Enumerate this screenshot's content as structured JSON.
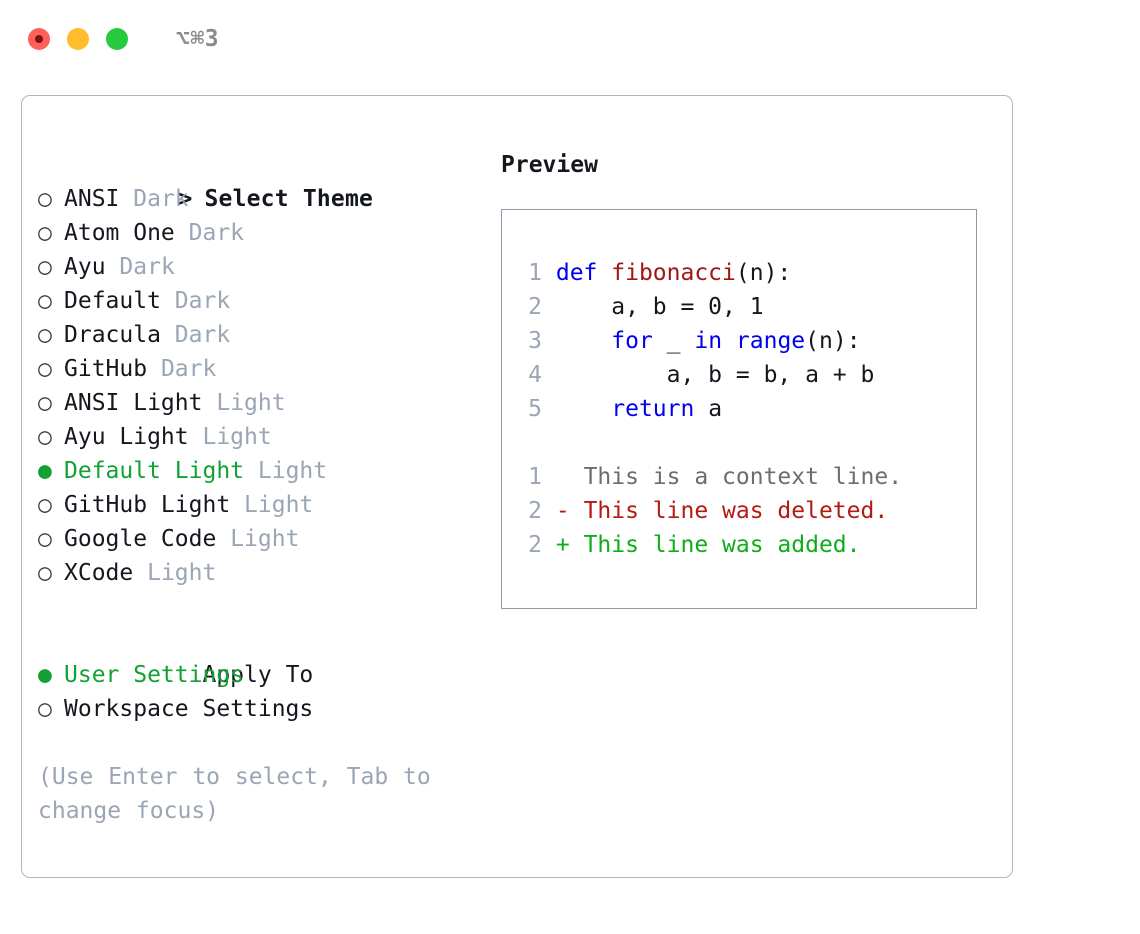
{
  "titlebar": {
    "shortcut": "⌥⌘3",
    "buttons": [
      {
        "name": "close",
        "color": "#ff6059"
      },
      {
        "name": "minimize",
        "color": "#ffbd2e"
      },
      {
        "name": "maximize",
        "color": "#27c93f"
      }
    ]
  },
  "theme_picker": {
    "header": {
      "marker": ">",
      "label": "Select Theme"
    },
    "items": [
      {
        "bullet": "○",
        "name": "ANSI",
        "tag": "Dark",
        "selected": false
      },
      {
        "bullet": "○",
        "name": "Atom One",
        "tag": "Dark",
        "selected": false
      },
      {
        "bullet": "○",
        "name": "Ayu",
        "tag": "Dark",
        "selected": false
      },
      {
        "bullet": "○",
        "name": "Default",
        "tag": "Dark",
        "selected": false
      },
      {
        "bullet": "○",
        "name": "Dracula",
        "tag": "Dark",
        "selected": false
      },
      {
        "bullet": "○",
        "name": "GitHub",
        "tag": "Dark",
        "selected": false
      },
      {
        "bullet": "○",
        "name": "ANSI Light",
        "tag": "Light",
        "selected": false
      },
      {
        "bullet": "○",
        "name": "Ayu Light",
        "tag": "Light",
        "selected": false
      },
      {
        "bullet": "●",
        "name": "Default Light",
        "tag": "Light",
        "selected": true
      },
      {
        "bullet": "○",
        "name": "GitHub Light",
        "tag": "Light",
        "selected": false
      },
      {
        "bullet": "○",
        "name": "Google Code",
        "tag": "Light",
        "selected": false
      },
      {
        "bullet": "○",
        "name": "XCode",
        "tag": "Light",
        "selected": false
      }
    ]
  },
  "apply_to": {
    "title": "Apply To",
    "items": [
      {
        "bullet": "●",
        "label": "User Settings",
        "selected": true
      },
      {
        "bullet": "○",
        "label": "Workspace Settings",
        "selected": false
      }
    ]
  },
  "hint": "(Use Enter to select, Tab to change focus)",
  "preview": {
    "title": "Preview",
    "code_lines": [
      {
        "num": "1",
        "segments": [
          {
            "t": "def ",
            "c": "kw"
          },
          {
            "t": "fibonacci",
            "c": "fn"
          },
          {
            "t": "(n):",
            "c": "plain"
          }
        ]
      },
      {
        "num": "2",
        "segments": [
          {
            "t": "    a, b = 0, 1",
            "c": "plain"
          }
        ]
      },
      {
        "num": "3",
        "segments": [
          {
            "t": "    ",
            "c": "plain"
          },
          {
            "t": "for",
            "c": "kw"
          },
          {
            "t": " _ ",
            "c": "plain"
          },
          {
            "t": "in",
            "c": "kw"
          },
          {
            "t": " ",
            "c": "plain"
          },
          {
            "t": "range",
            "c": "kw"
          },
          {
            "t": "(n):",
            "c": "plain"
          }
        ]
      },
      {
        "num": "4",
        "segments": [
          {
            "t": "        a, b = b, a + b",
            "c": "plain"
          }
        ]
      },
      {
        "num": "5",
        "segments": [
          {
            "t": "    ",
            "c": "plain"
          },
          {
            "t": "return",
            "c": "kw"
          },
          {
            "t": " a",
            "c": "plain"
          }
        ]
      }
    ],
    "diff_lines": [
      {
        "num": "1",
        "marker": "  ",
        "text": "This is a context line.",
        "kind": "ctx"
      },
      {
        "num": "2",
        "marker": "- ",
        "text": "This line was deleted.",
        "kind": "del"
      },
      {
        "num": "2",
        "marker": "+ ",
        "text": "This line was added.",
        "kind": "add"
      }
    ]
  },
  "colors": {
    "accent_green": "#12a132",
    "muted": "#9aa5b5",
    "keyword_blue": "#0000ee",
    "function_red": "#a11515",
    "diff_delete": "#b41a12",
    "diff_add": "#0dae17",
    "panel_border": "#aeb7c4",
    "preview_border": "#8e9aab"
  }
}
